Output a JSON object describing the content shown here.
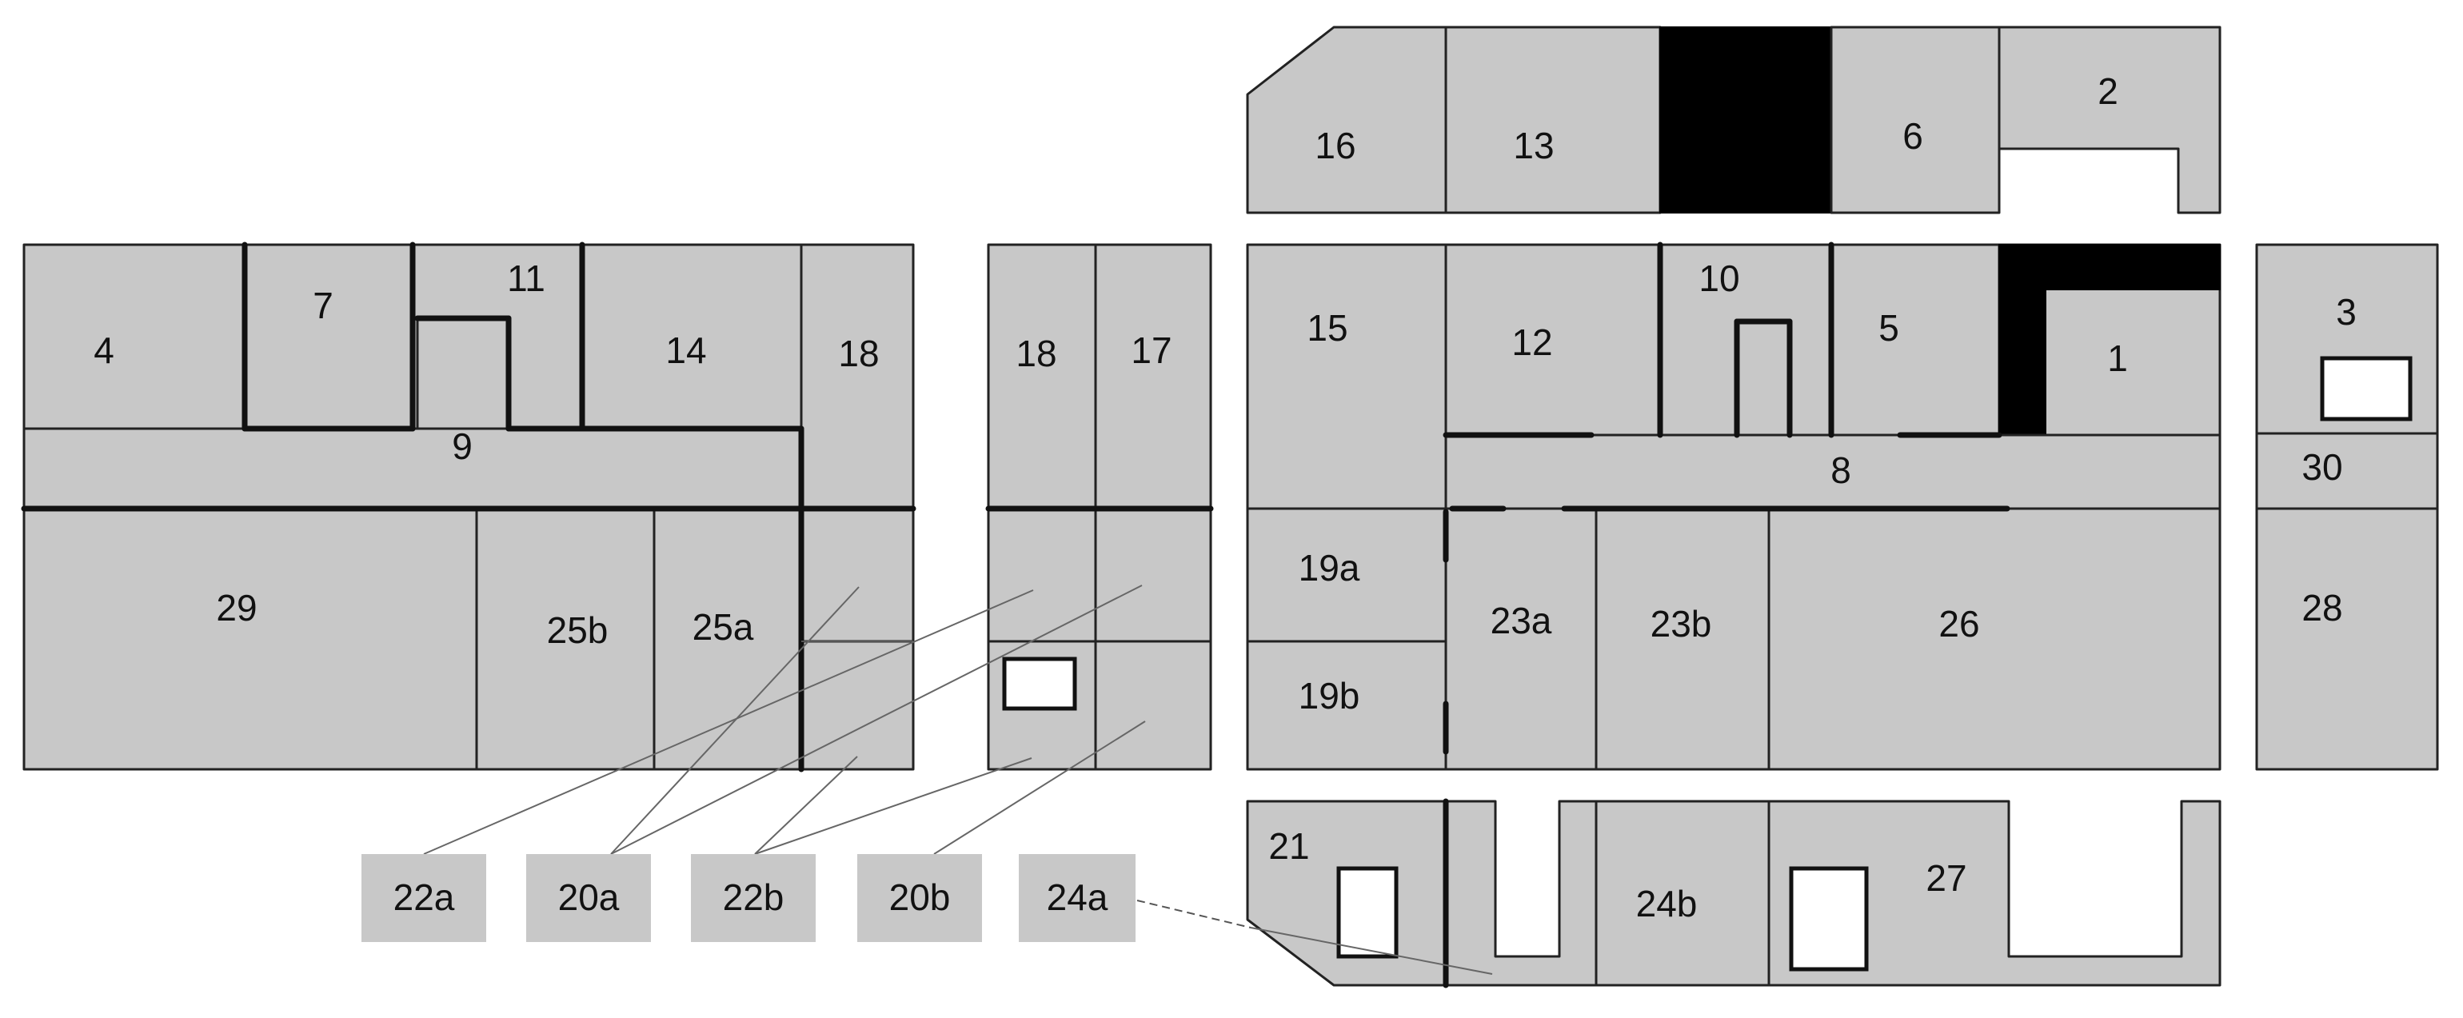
{
  "rooms": {
    "r1": "1",
    "r2": "2",
    "r3": "3",
    "r4": "4",
    "r5": "5",
    "r6": "6",
    "r7": "7",
    "r8": "8",
    "r9": "9",
    "r10": "10",
    "r11": "11",
    "r12": "12",
    "r13": "13",
    "r14": "14",
    "r15": "15",
    "r16": "16",
    "r17": "17",
    "r18_left": "18",
    "r18_mid": "18",
    "r19a": "19a",
    "r19b": "19b",
    "r21": "21",
    "r23a": "23a",
    "r23b": "23b",
    "r24b": "24b",
    "r25a": "25a",
    "r25b": "25b",
    "r26": "26",
    "r27": "27",
    "r28": "28",
    "r29": "29",
    "r30": "30"
  },
  "tags": {
    "t22a": "22a",
    "t20a": "20a",
    "t22b": "22b",
    "t20b": "20b",
    "t24a": "24a"
  },
  "colors": {
    "room_fill": "#c8c8c8",
    "wall": "#111111",
    "blocked": "#000000"
  }
}
